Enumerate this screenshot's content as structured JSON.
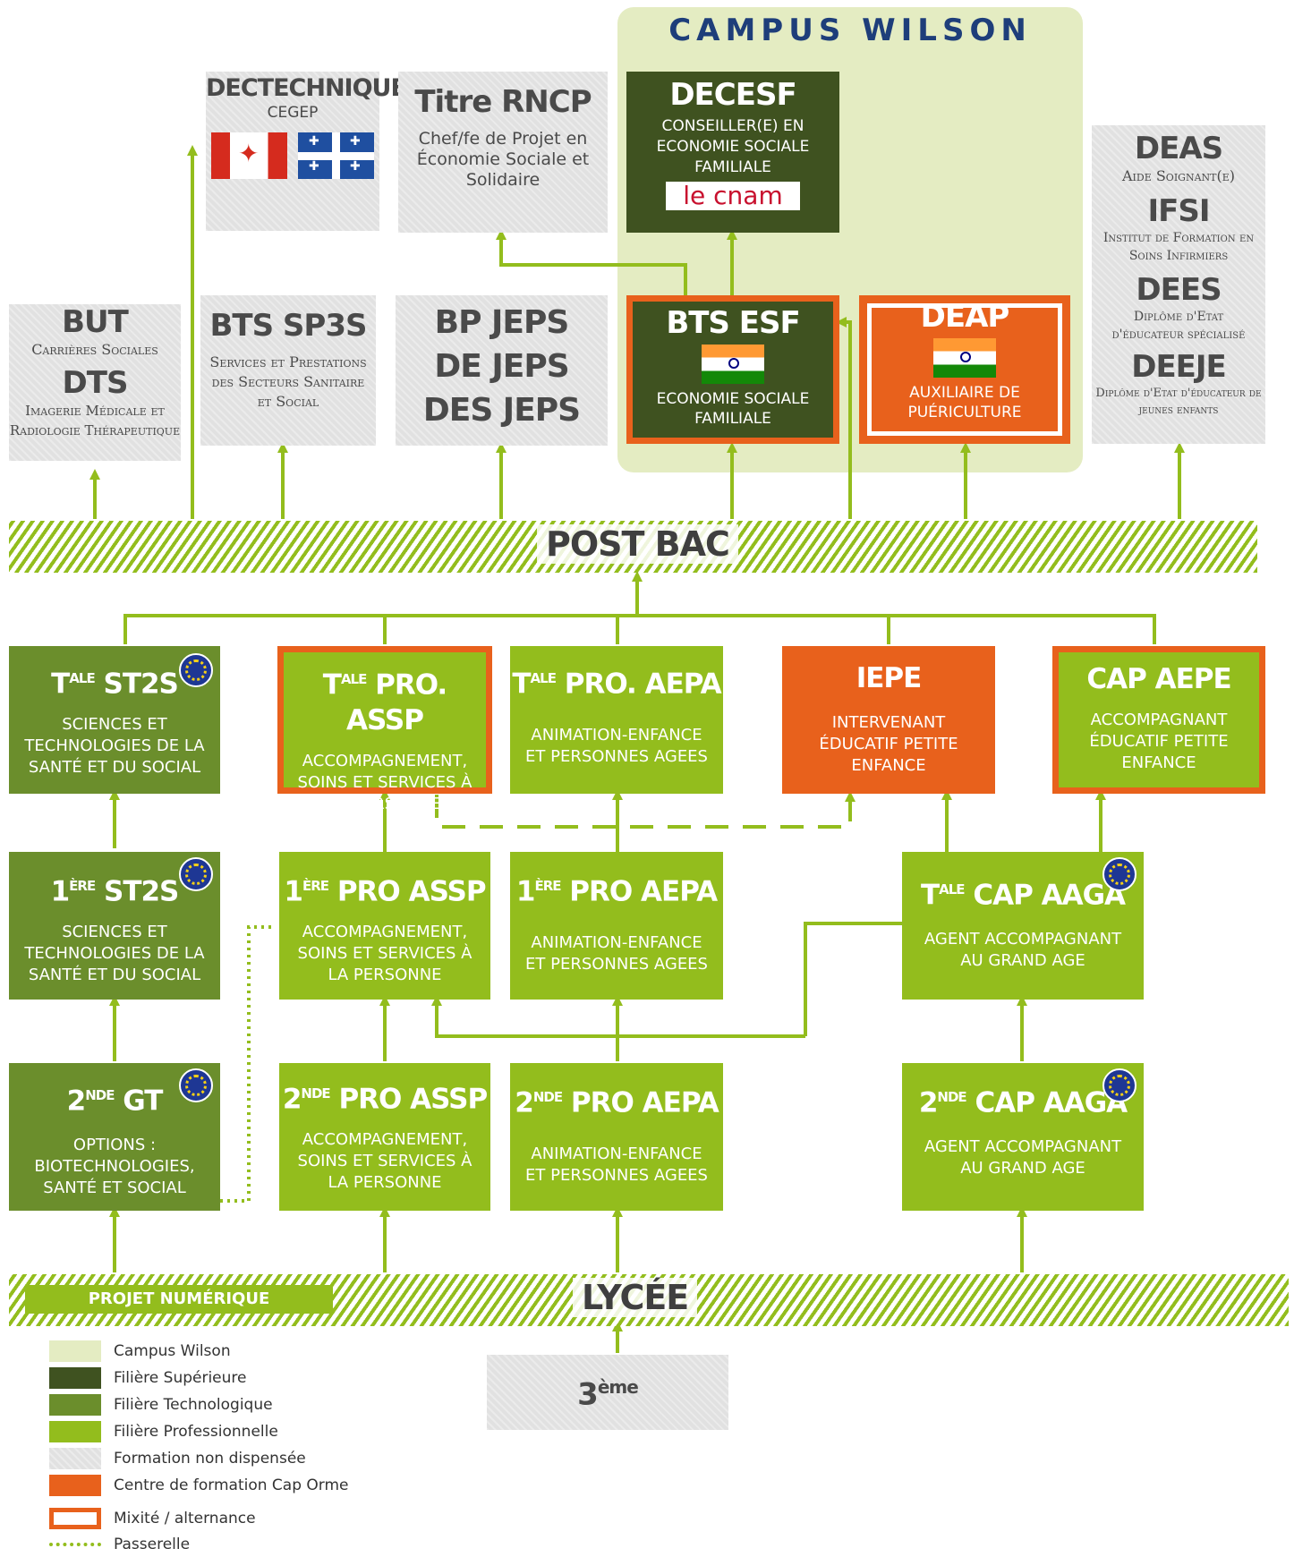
{
  "campus": {
    "title": "CAMPUS WILSON"
  },
  "top": {
    "dectechnique": {
      "title": "DECTECHNIQUE",
      "sub": "CEGEP"
    },
    "rncp": {
      "title": "Titre RNCP",
      "sub": "Chef/fe de Projet en Économie Sociale et Solidaire"
    },
    "decesf": {
      "title": "DECESF",
      "sub": "CONSEILLER(E) EN ECONOMIE SOCIALE FAMILIALE",
      "logo": "le cnam"
    },
    "but": {
      "title": "BUT",
      "sub": "Carrières Sociales",
      "title2": "DTS",
      "sub2": "Imagerie Médicale et Radiologie Thérapeutique"
    },
    "bts_sp3s": {
      "title": "BTS SP3S",
      "sub": "Services et Prestations des Secteurs Sanitaire et Social"
    },
    "jeps": {
      "l1": "BP JEPS",
      "l2": "DE JEPS",
      "l3": "DES JEPS"
    },
    "bts_esf": {
      "title": "BTS ESF",
      "sub": "ECONOMIE SOCIALE FAMILIALE"
    },
    "deap": {
      "title": "DEAP",
      "sub": "AUXILIAIRE DE PUÉRICULTURE"
    },
    "deas": {
      "t1": "DEAS",
      "s1": "Aide Soignant(e)",
      "t2": "IFSI",
      "s2": "Institut de Formation en Soins Infirmiers",
      "t3": "DEES",
      "s3": "Diplôme d'Etat d'éducateur spécialisé",
      "t4": "DEEJE",
      "s4": "Diplôme d'Etat d'éducateur de jeunes enfants"
    }
  },
  "bands": {
    "postbac": "POST BAC",
    "lycee": "LYCÉE",
    "projet": "PROJET NUMÉRIQUE"
  },
  "row1": {
    "tale_st2s": {
      "pre": "T",
      "sup": "ALE",
      "title": " ST2S",
      "sub": "SCIENCES ET TECHNOLOGIES DE LA SANTÉ ET DU SOCIAL"
    },
    "tale_assp": {
      "pre": "T",
      "sup": "ALE",
      "title": " PRO. ASSP",
      "sub": "ACCOMPAGNEMENT, SOINS ET SERVICES À LA PERSONNE"
    },
    "tale_aepa": {
      "pre": "T",
      "sup": "ALE",
      "title": " PRO. AEPA",
      "sub": "ANIMATION-ENFANCE ET PERSONNES AGEES"
    },
    "iepe": {
      "title": "IEPE",
      "sub": "INTERVENANT ÉDUCATIF PETITE ENFANCE"
    },
    "cap_aepe": {
      "title": "CAP AEPE",
      "sub": "ACCOMPAGNANT ÉDUCATIF PETITE ENFANCE"
    }
  },
  "row2": {
    "pre_st2s": {
      "pre": "1",
      "sup": "ÈRE",
      "title": " ST2S",
      "sub": "SCIENCES ET TECHNOLOGIES DE LA SANTÉ ET DU SOCIAL"
    },
    "pre_assp": {
      "pre": "1",
      "sup": "ÈRE",
      "title": " PRO ASSP",
      "sub": "ACCOMPAGNEMENT, SOINS ET SERVICES À LA PERSONNE"
    },
    "pre_aepa": {
      "pre": "1",
      "sup": "ÈRE",
      "title": " PRO AEPA",
      "sub": "ANIMATION-ENFANCE ET PERSONNES AGEES"
    },
    "tale_aaga": {
      "pre": "T",
      "sup": "ALE",
      "title": " CAP AAGA",
      "sub": "AGENT ACCOMPAGNANT AU GRAND AGE"
    }
  },
  "row3": {
    "sec_gt": {
      "pre": "2",
      "sup": "NDE",
      "title": " GT",
      "sub": "OPTIONS : BIOTECHNOLOGIES, SANTÉ ET SOCIAL"
    },
    "sec_assp": {
      "pre": "2",
      "sup": "NDE",
      "title": " PRO ASSP",
      "sub": "ACCOMPAGNEMENT, SOINS ET SERVICES À LA PERSONNE"
    },
    "sec_aepa": {
      "pre": "2",
      "sup": "NDE",
      "title": " PRO AEPA",
      "sub": "ANIMATION-ENFANCE ET PERSONNES AGEES"
    },
    "sec_aaga": {
      "pre": "2",
      "sup": "NDE",
      "title": " CAP AAGA",
      "sub": "AGENT ACCOMPAGNANT AU GRAND AGE"
    }
  },
  "troisieme": {
    "pre": "3",
    "sup": "ème"
  },
  "legend": [
    {
      "label": "Campus Wilson",
      "color": "#e4ecc2"
    },
    {
      "label": "Filière Supérieure",
      "color": "#3f5220"
    },
    {
      "label": "Filière Technologique",
      "color": "#6b8e2c"
    },
    {
      "label": "Filière Professionnelle",
      "color": "#93bd1d"
    },
    {
      "label": "Formation non dispensée",
      "color": "#e1e1e1"
    },
    {
      "label": "Centre de formation Cap Orme",
      "color": "#e8611c"
    },
    {
      "label": "Mixité / alternance",
      "color": "#e8611c"
    },
    {
      "label": "Passerelle",
      "color": "#93bd1d"
    }
  ],
  "colors": {
    "campus": "#e4ecc2",
    "superieure": "#3f5220",
    "techno": "#6b8e2c",
    "pro": "#93bd1d",
    "gray": "#e1e1e1",
    "orange": "#e8611c",
    "line": "#93bd1d"
  }
}
